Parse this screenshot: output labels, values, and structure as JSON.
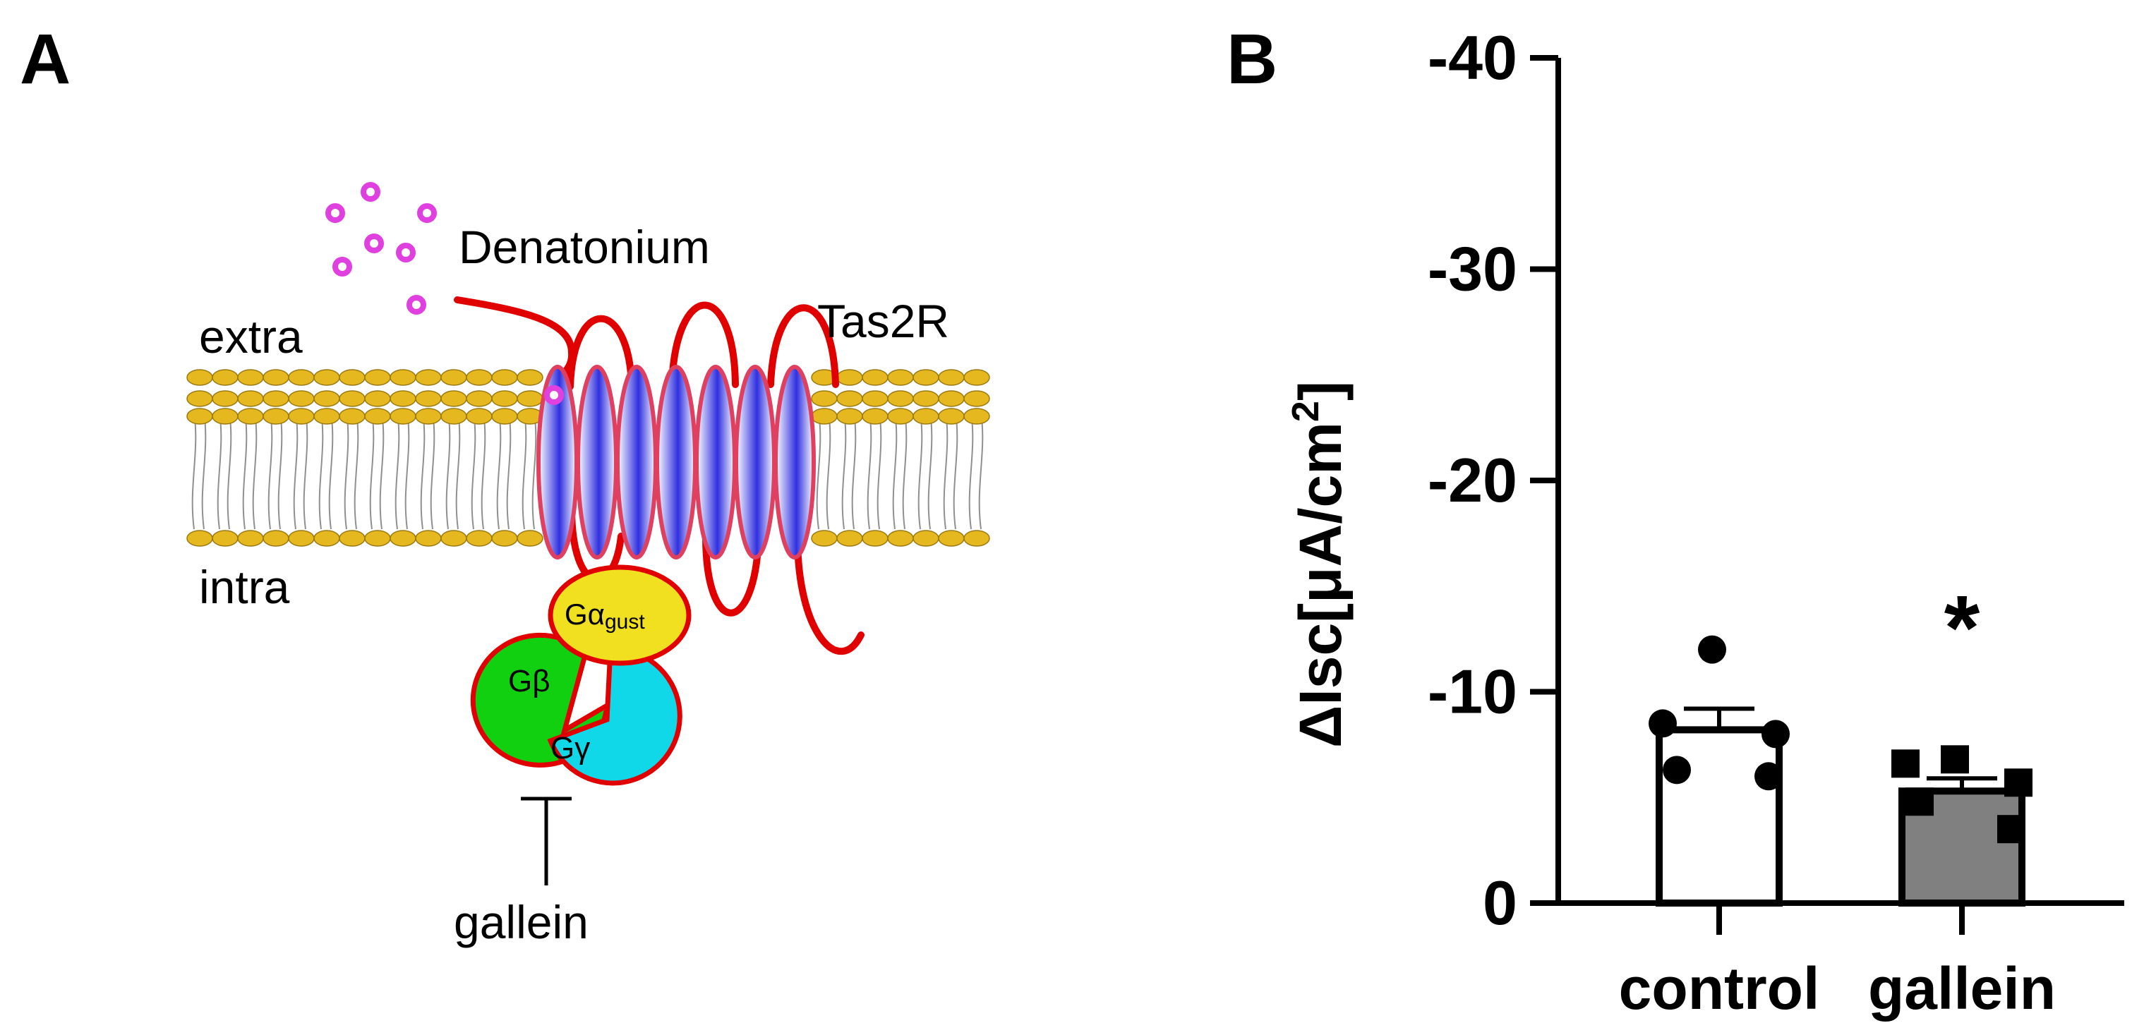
{
  "panel_a": {
    "label": "A",
    "ligand": "Denatonium",
    "receptor": "Tas2R",
    "extra": "extra",
    "intra": "intra",
    "g_alpha": {
      "main": "Gα",
      "sub": "gust"
    },
    "g_beta": "Gβ",
    "g_gamma": "Gγ",
    "inhibitor": "gallein",
    "colors": {
      "ligand": "#e040e0",
      "receptor_line": "#e00000",
      "helix": "#4040e0",
      "lipid_head": "#e6b820",
      "g_alpha": "#f0e020",
      "g_beta": "#10d010",
      "g_gamma": "#10d8e8"
    }
  },
  "panel_b": {
    "label": "B",
    "chart_data": {
      "type": "bar",
      "ylabel_main": "ΔIsc[μA/cm",
      "ylabel_sup": "2",
      "ylabel_close": "]",
      "ylim": [
        0,
        -40
      ],
      "yticks": [
        "-40",
        "-30",
        "-20",
        "-10",
        "0"
      ],
      "ytick_values": [
        -40,
        -30,
        -20,
        -10,
        0
      ],
      "categories": [
        "control",
        "gallein"
      ],
      "values": [
        -8.2,
        -5.3
      ],
      "errors": [
        1.0,
        0.6
      ],
      "points": [
        [
          -12.0,
          -8.5,
          -8.0,
          -6.3,
          -6.0
        ],
        [
          -6.8,
          -6.6,
          -5.7,
          -4.8,
          -3.5
        ]
      ],
      "significance": [
        "",
        "*"
      ],
      "colors": [
        "#ffffff",
        "#808080"
      ]
    }
  }
}
